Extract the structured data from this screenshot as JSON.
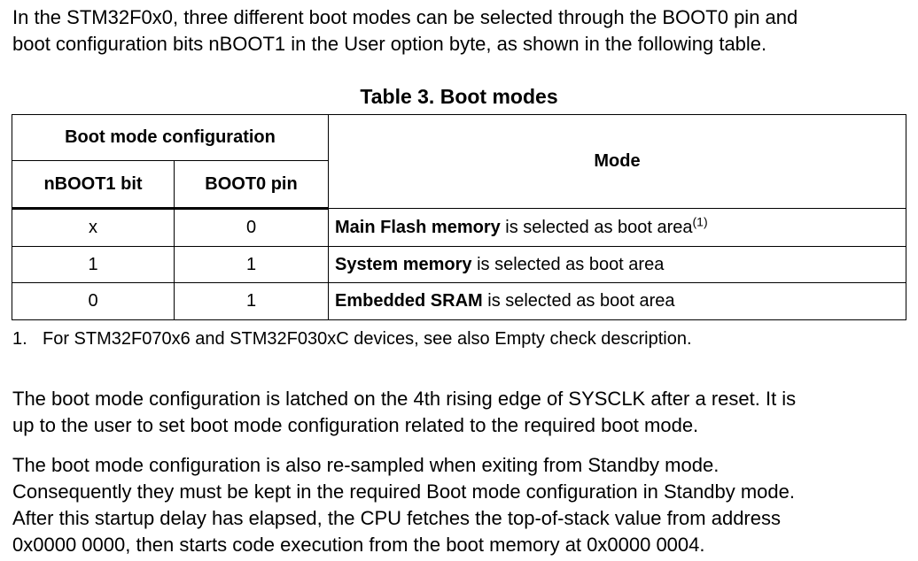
{
  "intro": {
    "line1": "In the STM32F0x0, three different boot modes can be selected through the BOOT0 pin and",
    "line2": "boot configuration bits nBOOT1 in the User option byte, as shown in the following table."
  },
  "table": {
    "title": "Table 3. Boot modes",
    "headers": {
      "group": "Boot mode configuration",
      "col1": "nBOOT1 bit",
      "col2": "BOOT0 pin",
      "mode": "Mode"
    },
    "rows": [
      {
        "nboot1": "x",
        "boot0": "0",
        "mode_bold": "Main Flash memory",
        "mode_rest": " is selected as boot area",
        "note_ref": "(1)"
      },
      {
        "nboot1": "1",
        "boot0": "1",
        "mode_bold": "System memory",
        "mode_rest": " is selected as boot area",
        "note_ref": ""
      },
      {
        "nboot1": "0",
        "boot0": "1",
        "mode_bold": "Embedded SRAM",
        "mode_rest": " is selected as boot area",
        "note_ref": ""
      }
    ],
    "footnote": {
      "number": "1.",
      "text": "For STM32F070x6 and STM32F030xC devices, see also Empty check description."
    }
  },
  "latch": {
    "line1": "The boot mode configuration is latched on the 4th rising edge of SYSCLK after a reset. It is",
    "line2": "up to the user to set boot mode configuration related to the required boot mode."
  },
  "resample": {
    "line1": "The boot mode configuration is also re-sampled when exiting from Standby mode.",
    "line2": "Consequently they must be kept in the required Boot mode configuration in Standby mode.",
    "line3": "After this startup delay has elapsed, the CPU fetches the top-of-stack value from address",
    "line4": "0x0000 0000, then starts code execution from the boot memory at 0x0000 0004."
  }
}
